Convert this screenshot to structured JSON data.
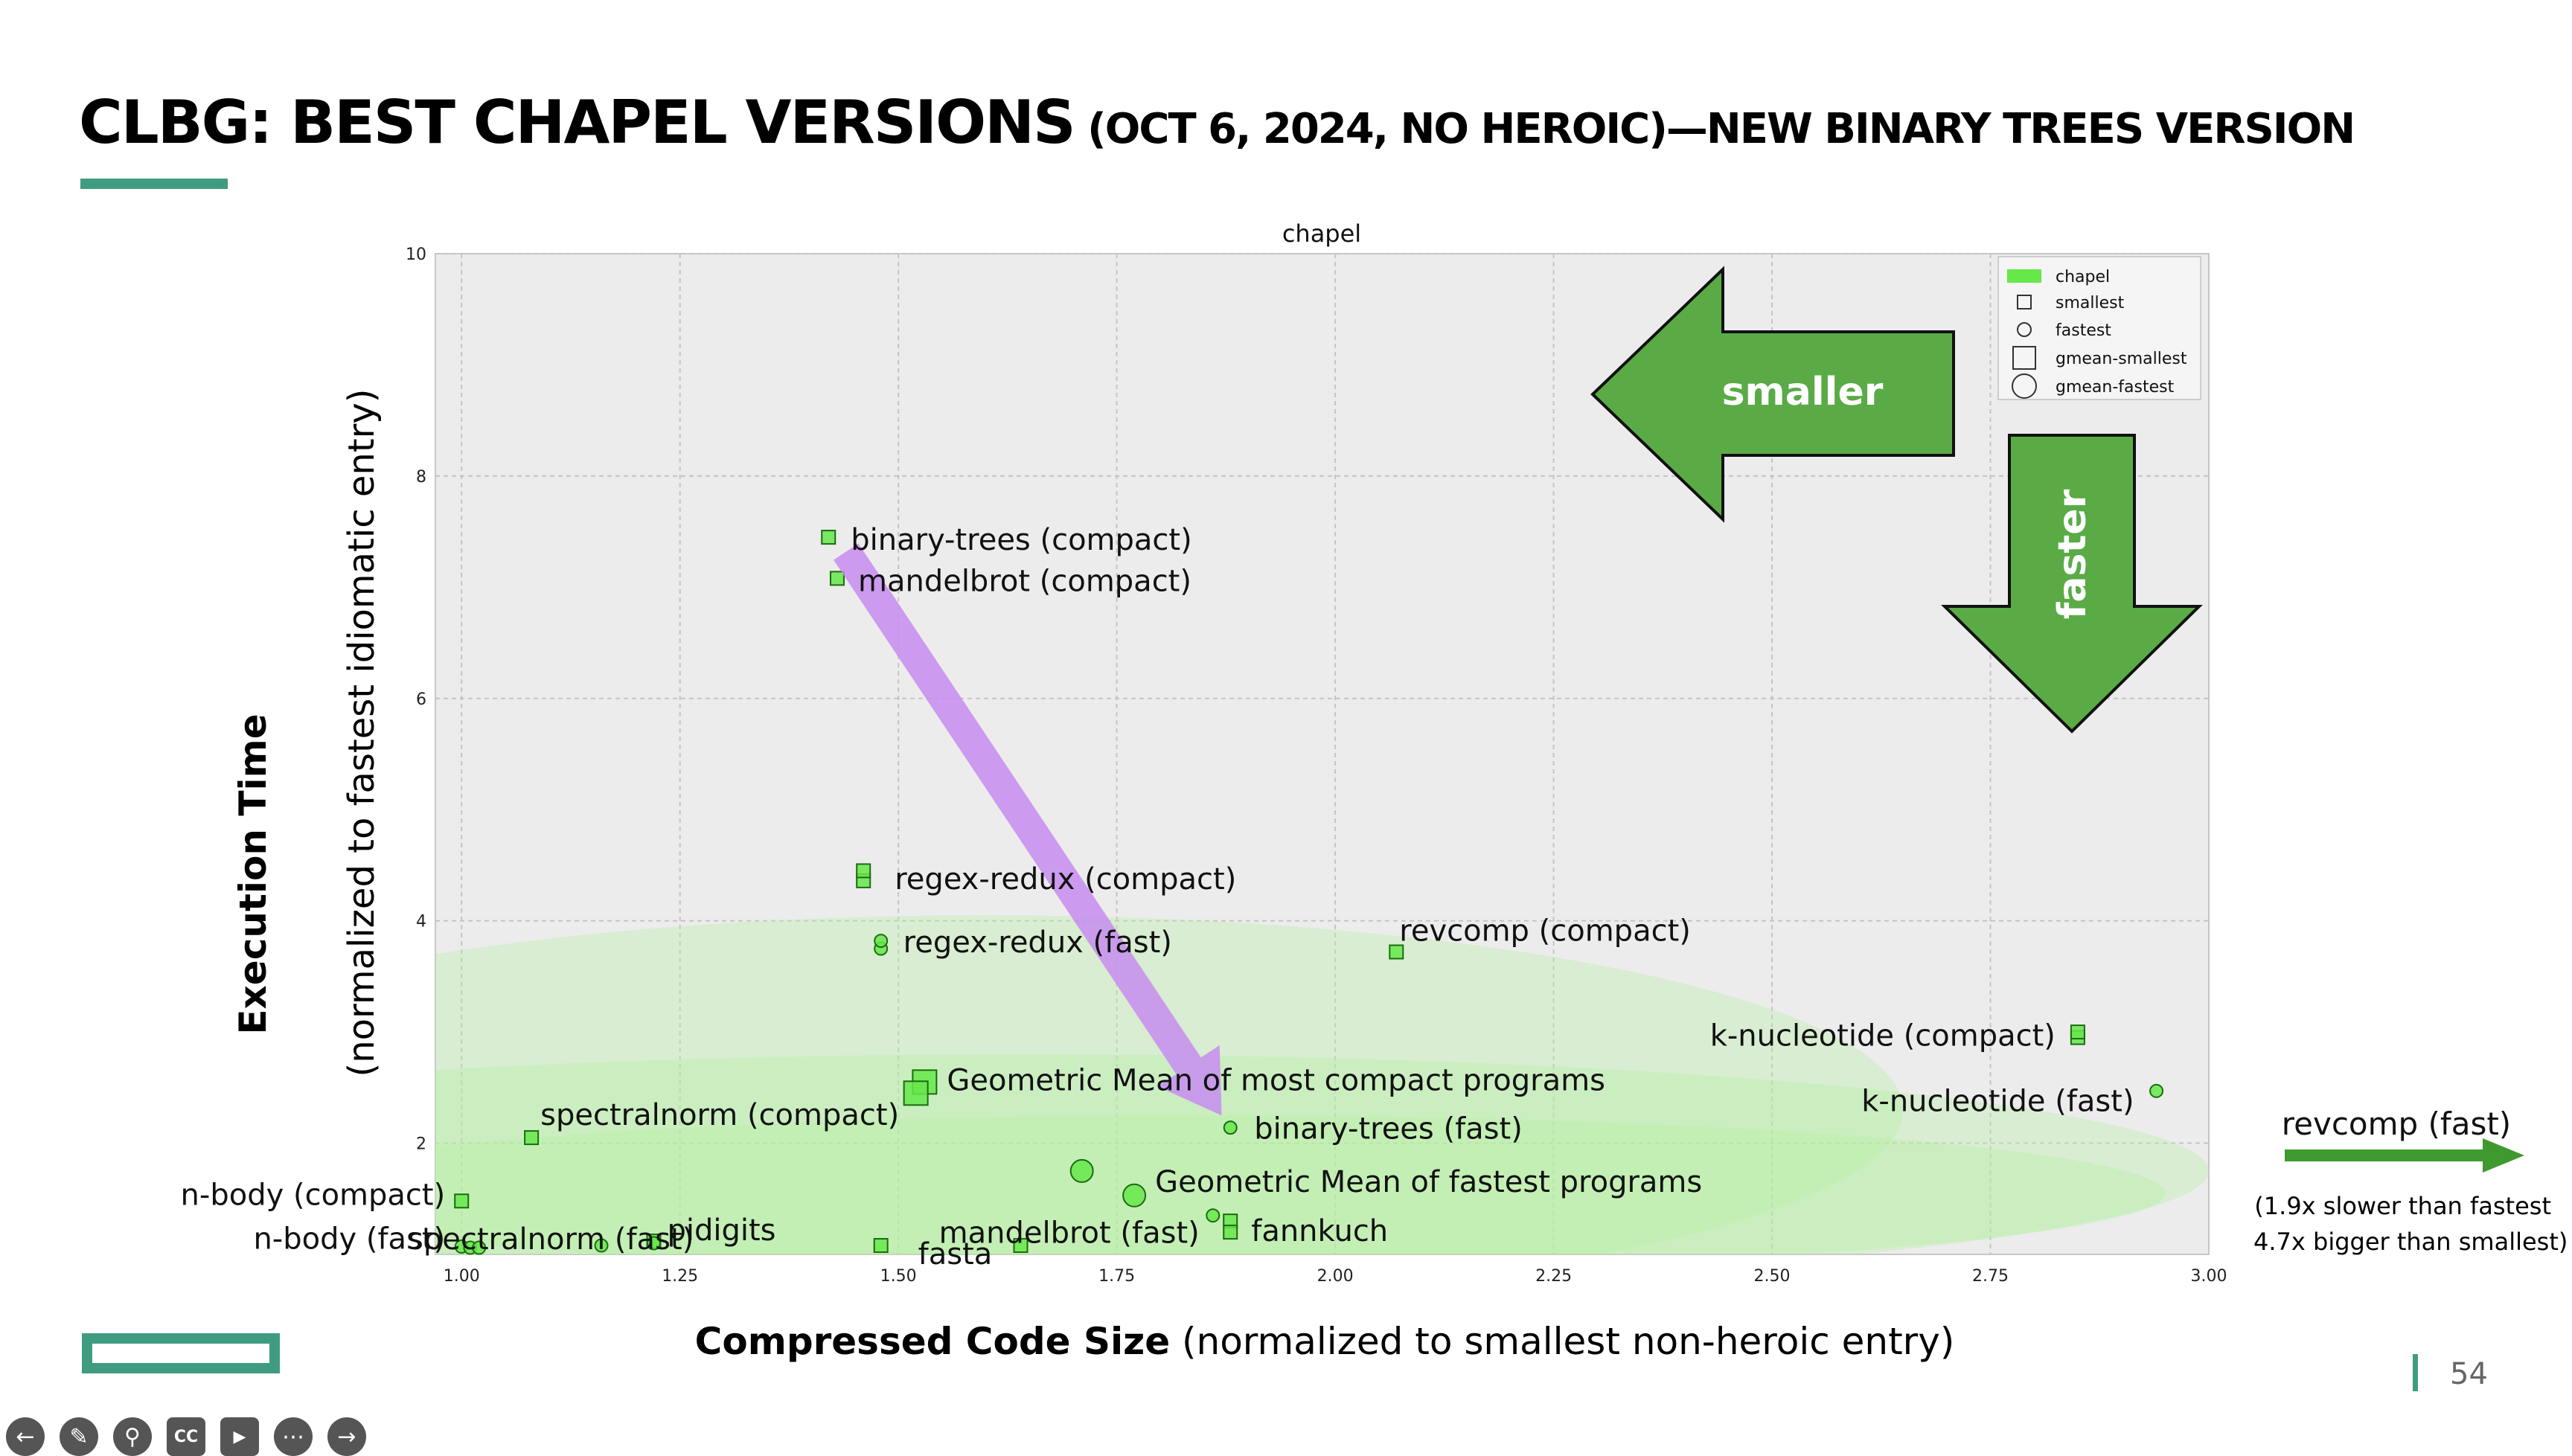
{
  "slide": {
    "title_main": "CLBG: BEST CHAPEL VERSIONS",
    "title_sub": " (OCT 6, 2024, NO HEROIC)—NEW BINARY TREES VERSION",
    "page_number": "54"
  },
  "axes": {
    "y_title": "Execution Time",
    "y_subtitle": "(normalized to fastest idiomatic entry)",
    "x_title": "Compressed Code Size",
    "x_subtitle": " (normalized to smallest non-heroic entry)"
  },
  "overlays": {
    "smaller_label": "smaller",
    "faster_label": "faster",
    "revcomp_fast_label": "revcomp (fast)",
    "revcomp_note_1": "(1.9x slower than fastest",
    "revcomp_note_2": "4.7x bigger than smallest)"
  },
  "colors": {
    "series": "#66e84a",
    "marker_edge": "#1b6b10",
    "arrow_green": "#5aab46",
    "purple": "#c78cf0",
    "accent": "#3f9c80"
  },
  "toolbar": {
    "icons": [
      "back-icon",
      "pen-icon",
      "zoom-icon",
      "captions-icon",
      "camera-icon",
      "more-icon",
      "forward-icon"
    ]
  },
  "chart_data": {
    "type": "scatter",
    "title": "chapel",
    "xlim": [
      0.97,
      3.0
    ],
    "ylim": [
      1.0,
      10.0
    ],
    "x_ticks": [
      1.0,
      1.25,
      1.5,
      1.75,
      2.0,
      2.25,
      2.5,
      2.75,
      3.0
    ],
    "x_tick_labels": [
      "1.00",
      "1.25",
      "1.50",
      "1.75",
      "2.00",
      "2.25",
      "2.50",
      "2.75",
      "3.00"
    ],
    "y_ticks": [
      2,
      4,
      6,
      8,
      10
    ],
    "y_tick_labels": [
      "2",
      "4",
      "6",
      "8",
      "10"
    ],
    "grid": true,
    "legend": {
      "placement": "top-right",
      "entries": [
        "chapel",
        "smallest",
        "fastest",
        "gmean-smallest",
        "gmean-fastest"
      ]
    },
    "series": [
      {
        "name": "chapel",
        "points": [
          {
            "x": 1.42,
            "y": 7.45,
            "marker": "smallest",
            "label": "binary-trees (compact)"
          },
          {
            "x": 1.43,
            "y": 7.08,
            "marker": "smallest",
            "label": "mandelbrot (compact)"
          },
          {
            "x": 1.46,
            "y": 4.36,
            "marker": "smallest",
            "label": "regex-redux (compact)"
          },
          {
            "x": 1.46,
            "y": 4.45,
            "marker": "smallest",
            "label": ""
          },
          {
            "x": 1.48,
            "y": 3.75,
            "marker": "fastest",
            "label": "regex-redux (fast)"
          },
          {
            "x": 1.48,
            "y": 3.82,
            "marker": "fastest",
            "label": ""
          },
          {
            "x": 2.07,
            "y": 3.72,
            "marker": "smallest",
            "label": "revcomp (compact)"
          },
          {
            "x": 2.85,
            "y": 2.95,
            "marker": "smallest",
            "label": "k-nucleotide (compact)"
          },
          {
            "x": 2.85,
            "y": 3.0,
            "marker": "smallest",
            "label": ""
          },
          {
            "x": 2.94,
            "y": 2.47,
            "marker": "fastest",
            "label": "k-nucleotide (fast)"
          },
          {
            "x": 1.53,
            "y": 2.55,
            "marker": "gmean-smallest",
            "label": "Geometric Mean of most compact programs"
          },
          {
            "x": 1.52,
            "y": 2.45,
            "marker": "gmean-smallest",
            "label": ""
          },
          {
            "x": 1.88,
            "y": 2.14,
            "marker": "fastest",
            "label": "binary-trees (fast)"
          },
          {
            "x": 1.08,
            "y": 2.05,
            "marker": "smallest",
            "label": "spectralnorm (compact)"
          },
          {
            "x": 1.77,
            "y": 1.53,
            "marker": "gmean-fastest",
            "label": "Geometric Mean of fastest programs"
          },
          {
            "x": 1.71,
            "y": 1.75,
            "marker": "gmean-fastest",
            "label": ""
          },
          {
            "x": 1.0,
            "y": 1.48,
            "marker": "smallest",
            "label": "n-body (compact)"
          },
          {
            "x": 1.0,
            "y": 1.07,
            "marker": "fastest",
            "label": "n-body (fast)"
          },
          {
            "x": 1.01,
            "y": 1.06,
            "marker": "fastest",
            "label": ""
          },
          {
            "x": 1.02,
            "y": 1.06,
            "marker": "fastest",
            "label": ""
          },
          {
            "x": 1.16,
            "y": 1.08,
            "marker": "fastest",
            "label": "spectralnorm (fast)"
          },
          {
            "x": 1.22,
            "y": 1.12,
            "marker": "smallest",
            "label": "pidigits"
          },
          {
            "x": 1.22,
            "y": 1.1,
            "marker": "fastest",
            "label": ""
          },
          {
            "x": 1.48,
            "y": 1.08,
            "marker": "smallest",
            "label": "fasta"
          },
          {
            "x": 1.64,
            "y": 1.08,
            "marker": "smallest",
            "label": ""
          },
          {
            "x": 1.86,
            "y": 1.35,
            "marker": "fastest",
            "label": "mandelbrot (fast)"
          },
          {
            "x": 1.88,
            "y": 1.3,
            "marker": "smallest",
            "label": "fannkuch"
          },
          {
            "x": 1.88,
            "y": 1.2,
            "marker": "smallest",
            "label": ""
          }
        ]
      }
    ],
    "annotations": [
      {
        "type": "arrow",
        "from": [
          1.44,
          7.32
        ],
        "to": [
          1.87,
          2.25
        ],
        "color": "purple"
      },
      {
        "type": "ellipse",
        "center": [
          1.6,
          2.3
        ],
        "rx": 1.05,
        "ry": 1.75
      },
      {
        "type": "ellipse",
        "center": [
          1.65,
          1.75
        ],
        "rx": 1.35,
        "ry": 1.05
      },
      {
        "type": "ellipse",
        "center": [
          1.85,
          1.55
        ],
        "rx": 1.1,
        "ry": 0.7
      }
    ]
  }
}
